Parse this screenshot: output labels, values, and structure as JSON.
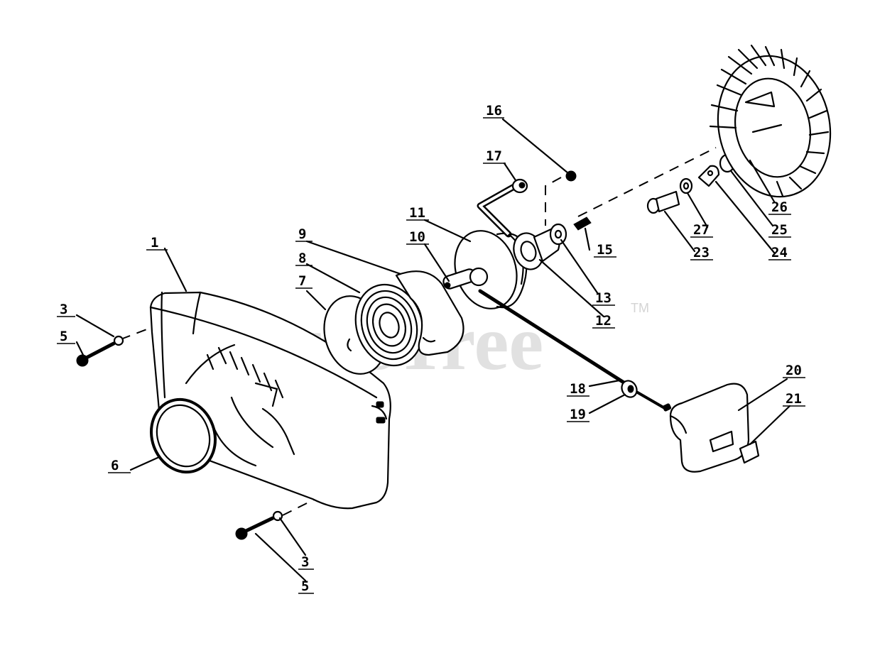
{
  "watermark": {
    "text": "PartsTree",
    "trademark": "TM"
  },
  "callouts": [
    {
      "id": "c1",
      "label": "1"
    },
    {
      "id": "c3a",
      "label": "3"
    },
    {
      "id": "c5a",
      "label": "5"
    },
    {
      "id": "c6",
      "label": "6"
    },
    {
      "id": "c7",
      "label": "7"
    },
    {
      "id": "c8",
      "label": "8"
    },
    {
      "id": "c9",
      "label": "9"
    },
    {
      "id": "c10",
      "label": "10"
    },
    {
      "id": "c11",
      "label": "11"
    },
    {
      "id": "c12",
      "label": "12"
    },
    {
      "id": "c13",
      "label": "13"
    },
    {
      "id": "c15",
      "label": "15"
    },
    {
      "id": "c16",
      "label": "16"
    },
    {
      "id": "c17",
      "label": "17"
    },
    {
      "id": "c18",
      "label": "18"
    },
    {
      "id": "c19",
      "label": "19"
    },
    {
      "id": "c20",
      "label": "20"
    },
    {
      "id": "c21",
      "label": "21"
    },
    {
      "id": "c23",
      "label": "23"
    },
    {
      "id": "c24",
      "label": "24"
    },
    {
      "id": "c25",
      "label": "25"
    },
    {
      "id": "c26",
      "label": "26"
    },
    {
      "id": "c27",
      "label": "27"
    },
    {
      "id": "c3b",
      "label": "3"
    },
    {
      "id": "c5b",
      "label": "5"
    }
  ]
}
